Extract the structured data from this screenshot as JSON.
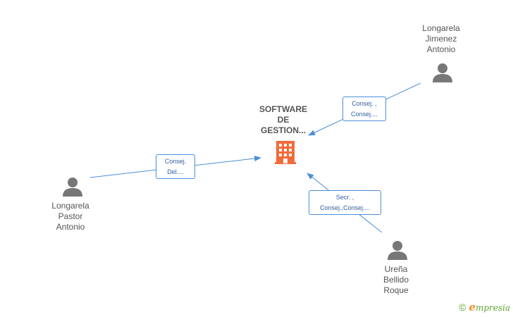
{
  "company": {
    "name_lines": [
      "SOFTWARE",
      "DE",
      "GESTION..."
    ],
    "icon": "building-icon",
    "color": "#f26b3a"
  },
  "persons": [
    {
      "id": "jimenez",
      "name_lines": [
        "Longarela",
        "Jimenez",
        "Antonio"
      ],
      "icon": "person-icon"
    },
    {
      "id": "pastor",
      "name_lines": [
        "Longarela",
        "Pastor",
        "Antonio"
      ],
      "icon": "person-icon"
    },
    {
      "id": "urena",
      "name_lines": [
        "Ureña",
        "Bellido",
        "Roque"
      ],
      "icon": "person-icon"
    }
  ],
  "relations": [
    {
      "from": "jimenez",
      "label_lines": [
        "Consej. ,",
        "Consej...."
      ]
    },
    {
      "from": "pastor",
      "label_lines": [
        "Consej.",
        "Del...."
      ]
    },
    {
      "from": "urena",
      "label_lines": [
        "Secr. ,",
        "Consej.,Consej...."
      ]
    }
  ],
  "footer": {
    "copyright_symbol": "©",
    "brand_initial": "e",
    "brand_rest": "mpresia"
  },
  "colors": {
    "edge": "#4a8fd8",
    "person_icon": "#777777",
    "label_text": "#555555",
    "brand_green": "#5ea531",
    "brand_orange": "#f28c28"
  }
}
